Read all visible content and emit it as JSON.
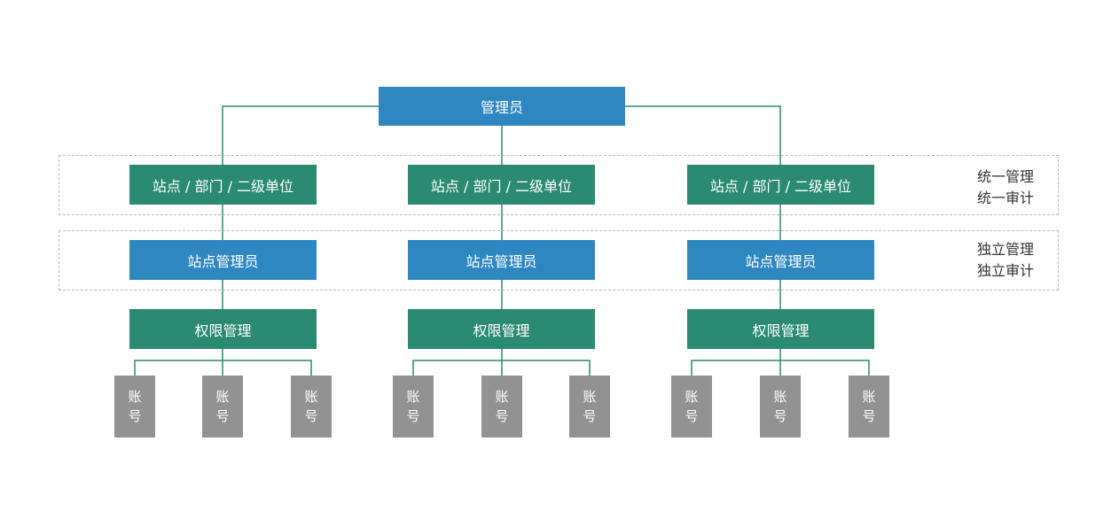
{
  "admin": {
    "label": "管理员",
    "color": "#2f87c2"
  },
  "groups": [
    {
      "unit": "站点 / 部门 / 二级单位",
      "site_admin": "站点管理员",
      "permission": "权限管理",
      "accounts": [
        {
          "line1": "账",
          "line2": "号"
        },
        {
          "line1": "账",
          "line2": "号"
        },
        {
          "line1": "账",
          "line2": "号"
        }
      ]
    },
    {
      "unit": "站点 / 部门 / 二级单位",
      "site_admin": "站点管理员",
      "permission": "权限管理",
      "accounts": [
        {
          "line1": "账",
          "line2": "号"
        },
        {
          "line1": "账",
          "line2": "号"
        },
        {
          "line1": "账",
          "line2": "号"
        }
      ]
    },
    {
      "unit": "站点 / 部门 / 二级单位",
      "site_admin": "站点管理员",
      "permission": "权限管理",
      "accounts": [
        {
          "line1": "账",
          "line2": "号"
        },
        {
          "line1": "账",
          "line2": "号"
        },
        {
          "line1": "账",
          "line2": "号"
        }
      ]
    }
  ],
  "bands": {
    "unified": {
      "line1": "统一管理",
      "line2": "统一审计"
    },
    "independent": {
      "line1": "独立管理",
      "line2": "独立审计"
    }
  },
  "colors": {
    "blue_box": "#2f87c2",
    "green_box": "#2a8a72",
    "account_box": "#929292",
    "connector": "#2a8a72",
    "dashed_border": "#b9b9b9"
  }
}
